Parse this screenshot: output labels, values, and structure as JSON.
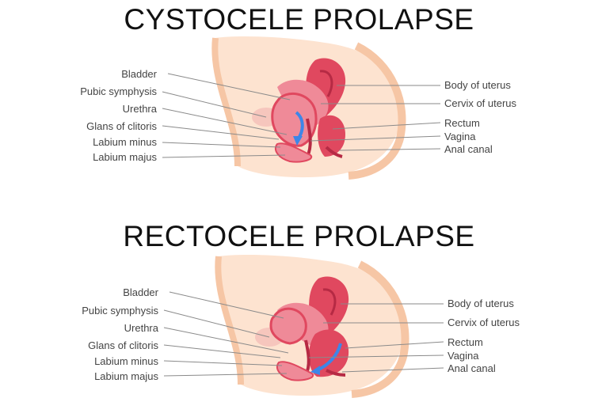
{
  "panels": [
    {
      "title": "CYSTOCELE PROLAPSE",
      "left_labels": [
        "Bladder",
        "Pubic symphysis",
        "Urethra",
        "Glans of clitoris",
        "Labium minus",
        "Labium majus"
      ],
      "right_labels": [
        "Body of uterus",
        "Cervix of uterus",
        "Rectum",
        "Vagina",
        "Anal canal"
      ],
      "arrow_organ": "bladder"
    },
    {
      "title": "RECTOCELE PROLAPSE",
      "left_labels": [
        "Bladder",
        "Pubic symphysis",
        "Urethra",
        "Glans of clitoris",
        "Labium minus",
        "Labium majus"
      ],
      "right_labels": [
        "Body of uterus",
        "Cervix of uterus",
        "Rectum",
        "Vagina",
        "Anal canal"
      ],
      "arrow_organ": "rectum"
    }
  ],
  "colors": {
    "skin": "#fde3d0",
    "skin_outer": "#f9cfae",
    "tissue_pale": "#f6c6bd",
    "organ_pink": "#ef8a98",
    "organ_red": "#e0485f",
    "organ_dark": "#b62a44",
    "arrow": "#3d86e8",
    "leader": "#8a8a8a"
  }
}
